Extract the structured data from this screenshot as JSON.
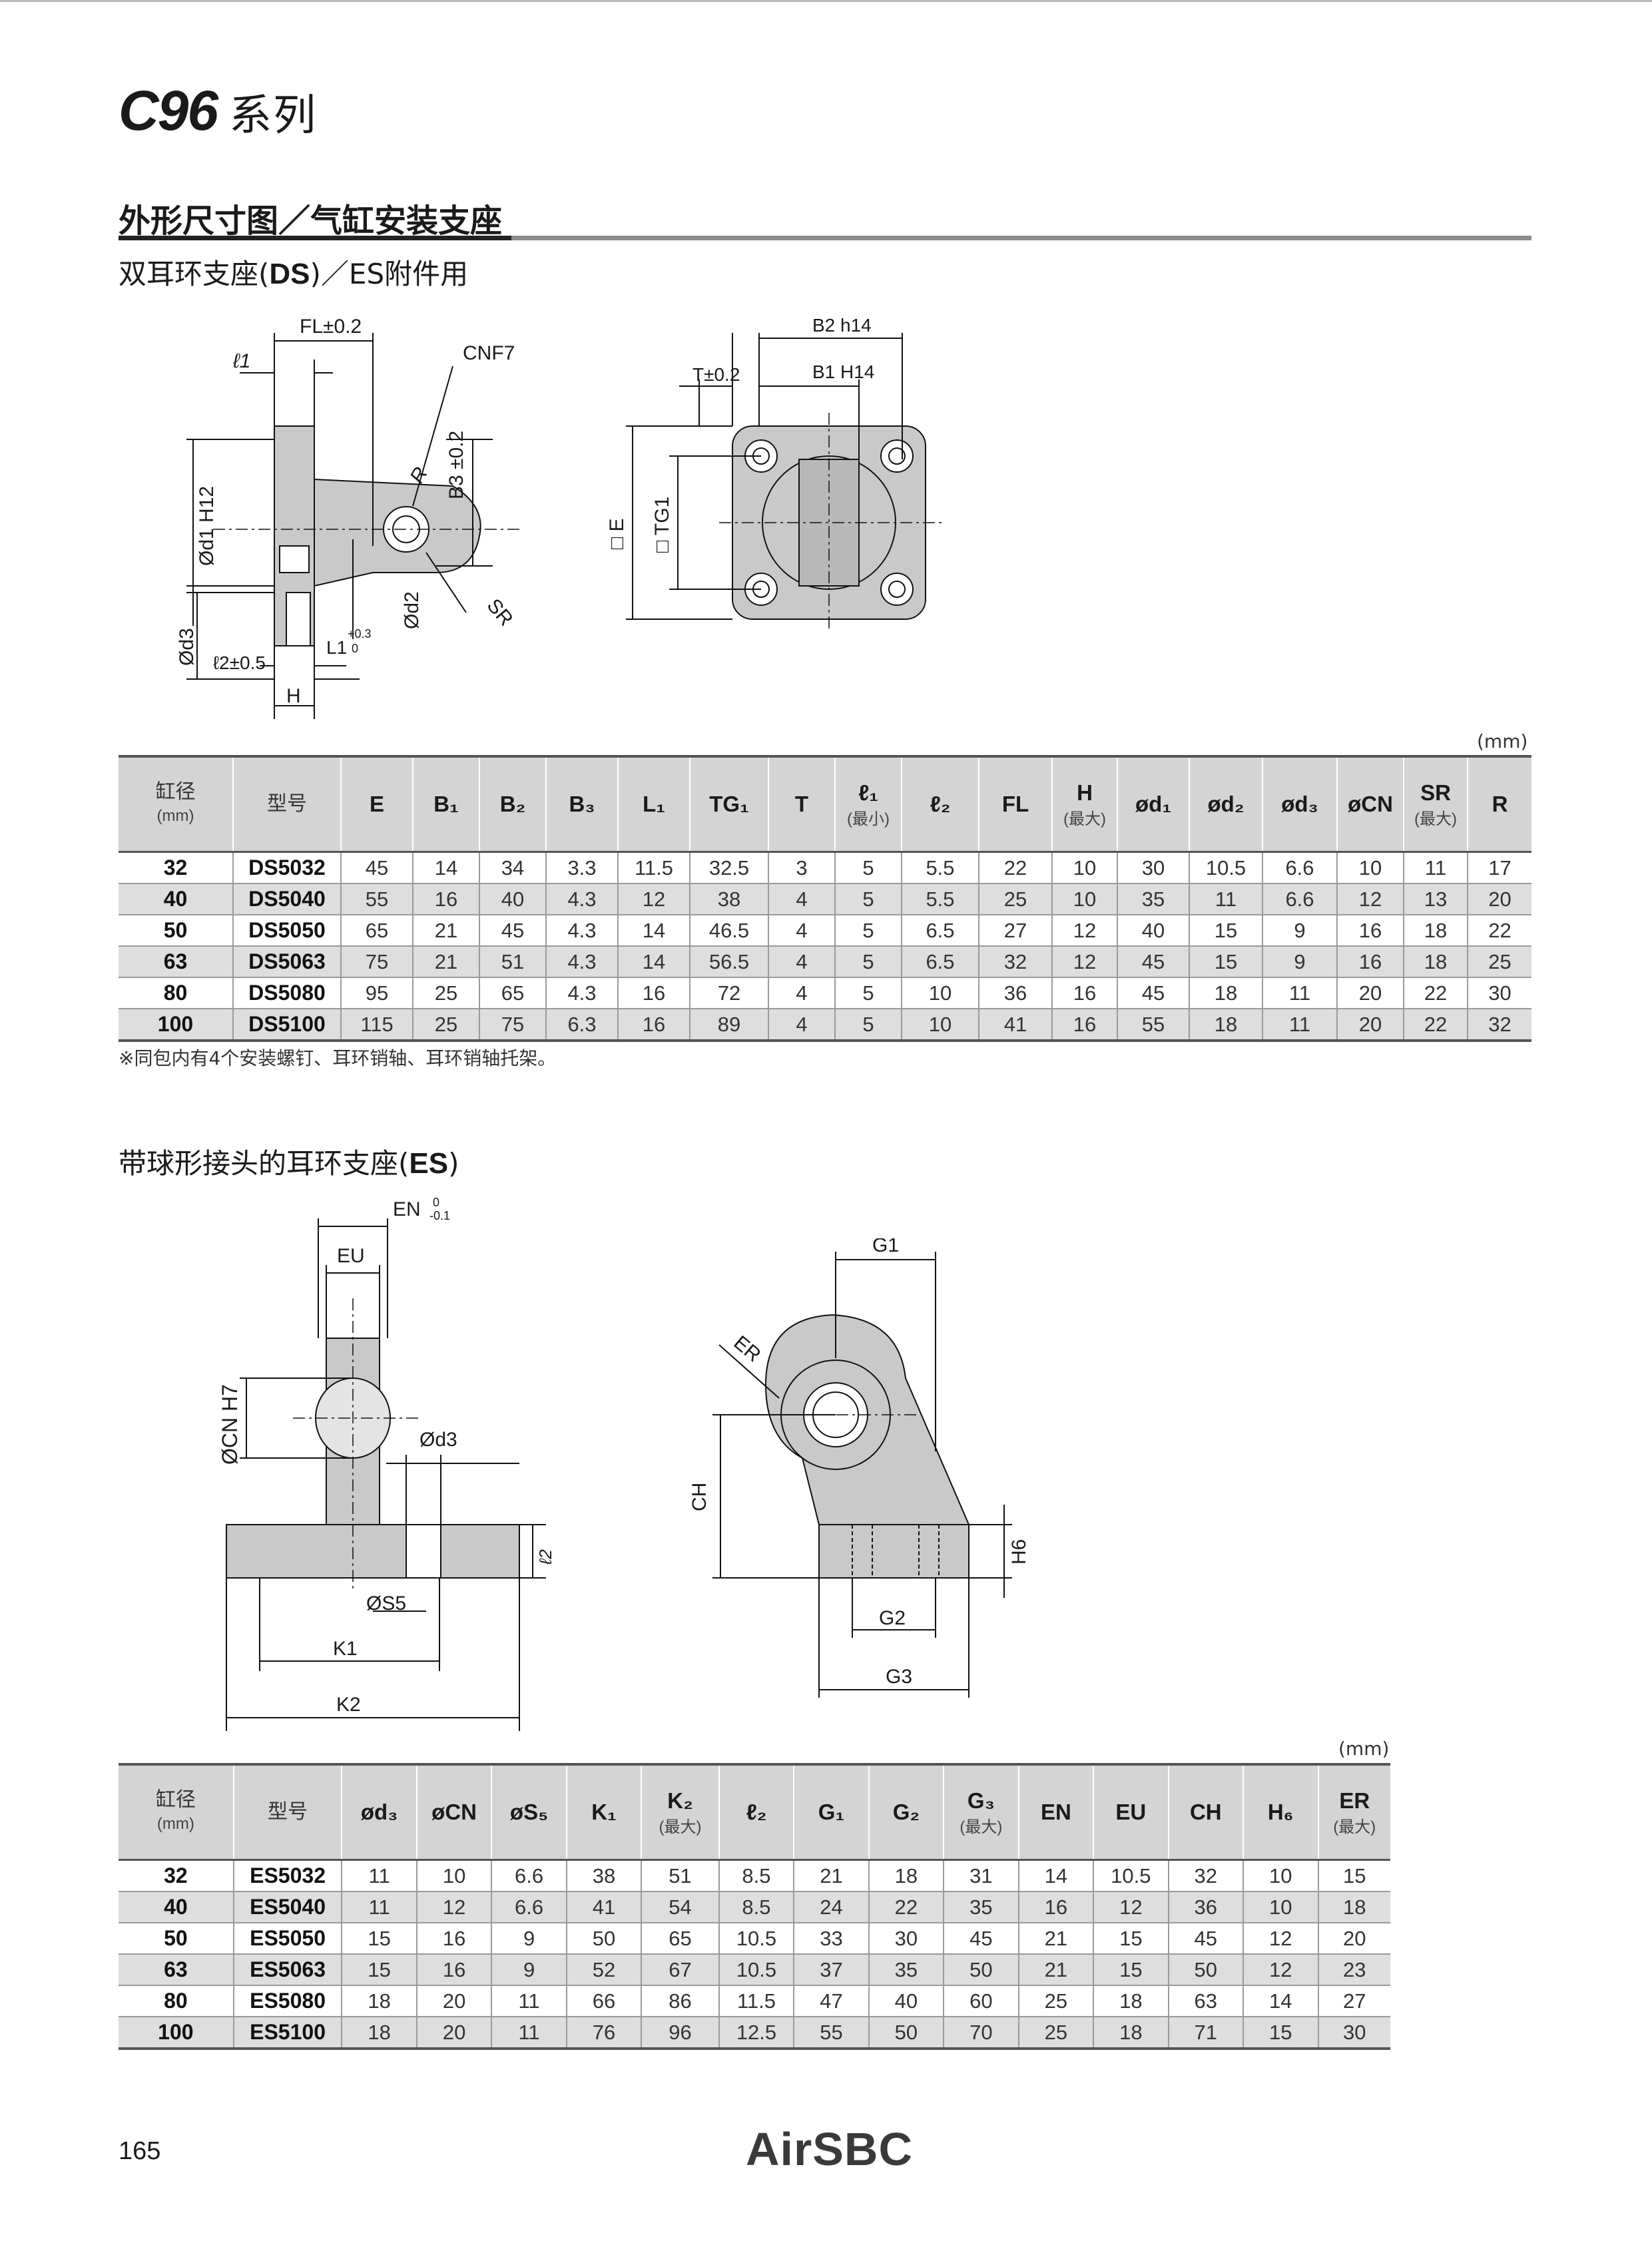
{
  "header": {
    "series_code": "C96",
    "series_suffix": "系列"
  },
  "section_title": "外形尺寸图／气缸安装支座",
  "ds": {
    "subtitle_prefix": "双耳环支座(",
    "subtitle_code": "DS",
    "subtitle_suffix": ")／ES附件用",
    "unit": "(mm)",
    "drawing_labels": {
      "fl": "FL±0.2",
      "l1": "ℓ1",
      "cnf7": "CNF7",
      "b3": "B3 ±0.2",
      "r": "R",
      "d1": "Ød1 H12",
      "d2": "Ød2",
      "sr": "SR",
      "d3": "Ød3",
      "l2": "ℓ2±0.5",
      "l1b": "L1",
      "l1b_tol_up": "+0.3",
      "l1b_tol_dn": "0",
      "h": "H",
      "b2": "B2 h14",
      "t": "T±0.2",
      "b1": "B1 H14",
      "e": "□ E",
      "tg1": "□ TG1"
    },
    "headers": [
      {
        "main": "缸径",
        "sub": "(mm)"
      },
      {
        "main": "型号",
        "sub": ""
      },
      {
        "main": "E",
        "sub": ""
      },
      {
        "main": "B₁",
        "sub": ""
      },
      {
        "main": "B₂",
        "sub": ""
      },
      {
        "main": "B₃",
        "sub": ""
      },
      {
        "main": "L₁",
        "sub": ""
      },
      {
        "main": "TG₁",
        "sub": ""
      },
      {
        "main": "T",
        "sub": ""
      },
      {
        "main": "ℓ₁",
        "sub": "(最小)"
      },
      {
        "main": "ℓ₂",
        "sub": ""
      },
      {
        "main": "FL",
        "sub": ""
      },
      {
        "main": "H",
        "sub": "(最大)"
      },
      {
        "main": "ød₁",
        "sub": ""
      },
      {
        "main": "ød₂",
        "sub": ""
      },
      {
        "main": "ød₃",
        "sub": ""
      },
      {
        "main": "øCN",
        "sub": ""
      },
      {
        "main": "SR",
        "sub": "(最大)"
      },
      {
        "main": "R",
        "sub": ""
      }
    ],
    "rows": [
      [
        "32",
        "DS5032",
        "45",
        "14",
        "34",
        "3.3",
        "11.5",
        "32.5",
        "3",
        "5",
        "5.5",
        "22",
        "10",
        "30",
        "10.5",
        "6.6",
        "10",
        "11",
        "17"
      ],
      [
        "40",
        "DS5040",
        "55",
        "16",
        "40",
        "4.3",
        "12",
        "38",
        "4",
        "5",
        "5.5",
        "25",
        "10",
        "35",
        "11",
        "6.6",
        "12",
        "13",
        "20"
      ],
      [
        "50",
        "DS5050",
        "65",
        "21",
        "45",
        "4.3",
        "14",
        "46.5",
        "4",
        "5",
        "6.5",
        "27",
        "12",
        "40",
        "15",
        "9",
        "16",
        "18",
        "22"
      ],
      [
        "63",
        "DS5063",
        "75",
        "21",
        "51",
        "4.3",
        "14",
        "56.5",
        "4",
        "5",
        "6.5",
        "32",
        "12",
        "45",
        "15",
        "9",
        "16",
        "18",
        "25"
      ],
      [
        "80",
        "DS5080",
        "95",
        "25",
        "65",
        "4.3",
        "16",
        "72",
        "4",
        "5",
        "10",
        "36",
        "16",
        "45",
        "18",
        "11",
        "20",
        "22",
        "30"
      ],
      [
        "100",
        "DS5100",
        "115",
        "25",
        "75",
        "6.3",
        "16",
        "89",
        "4",
        "5",
        "10",
        "41",
        "16",
        "55",
        "18",
        "11",
        "20",
        "22",
        "32"
      ]
    ],
    "note": "※同包内有4个安装螺钉、耳环销轴、耳环销轴托架。"
  },
  "es": {
    "subtitle_prefix": "带球形接头的耳环支座(",
    "subtitle_code": "ES",
    "subtitle_suffix": ")",
    "unit": "(mm)",
    "drawing_labels": {
      "en": "EN",
      "en_tol_up": "0",
      "en_tol_dn": "-0.1",
      "eu": "EU",
      "cn": "ØCN H7",
      "d3": "Ød3",
      "l2": "ℓ2",
      "s5": "ØS5",
      "k1": "K1",
      "k2": "K2",
      "g1": "G1",
      "er": "ER",
      "ch": "CH",
      "h6": "H6",
      "g2": "G2",
      "g3": "G3"
    },
    "headers": [
      {
        "main": "缸径",
        "sub": "(mm)"
      },
      {
        "main": "型号",
        "sub": ""
      },
      {
        "main": "ød₃",
        "sub": ""
      },
      {
        "main": "øCN",
        "sub": ""
      },
      {
        "main": "øS₅",
        "sub": ""
      },
      {
        "main": "K₁",
        "sub": ""
      },
      {
        "main": "K₂",
        "sub": "(最大)"
      },
      {
        "main": "ℓ₂",
        "sub": ""
      },
      {
        "main": "G₁",
        "sub": ""
      },
      {
        "main": "G₂",
        "sub": ""
      },
      {
        "main": "G₃",
        "sub": "(最大)"
      },
      {
        "main": "EN",
        "sub": ""
      },
      {
        "main": "EU",
        "sub": ""
      },
      {
        "main": "CH",
        "sub": ""
      },
      {
        "main": "H₆",
        "sub": ""
      },
      {
        "main": "ER",
        "sub": "(最大)"
      }
    ],
    "rows": [
      [
        "32",
        "ES5032",
        "11",
        "10",
        "6.6",
        "38",
        "51",
        "8.5",
        "21",
        "18",
        "31",
        "14",
        "10.5",
        "32",
        "10",
        "15"
      ],
      [
        "40",
        "ES5040",
        "11",
        "12",
        "6.6",
        "41",
        "54",
        "8.5",
        "24",
        "22",
        "35",
        "16",
        "12",
        "36",
        "10",
        "18"
      ],
      [
        "50",
        "ES5050",
        "15",
        "16",
        "9",
        "50",
        "65",
        "10.5",
        "33",
        "30",
        "45",
        "21",
        "15",
        "45",
        "12",
        "20"
      ],
      [
        "63",
        "ES5063",
        "15",
        "16",
        "9",
        "52",
        "67",
        "10.5",
        "37",
        "35",
        "50",
        "21",
        "15",
        "50",
        "12",
        "23"
      ],
      [
        "80",
        "ES5080",
        "18",
        "20",
        "11",
        "66",
        "86",
        "11.5",
        "47",
        "40",
        "60",
        "25",
        "18",
        "63",
        "14",
        "27"
      ],
      [
        "100",
        "ES5100",
        "18",
        "20",
        "11",
        "76",
        "96",
        "12.5",
        "55",
        "50",
        "70",
        "25",
        "18",
        "71",
        "15",
        "30"
      ]
    ]
  },
  "footer": {
    "page_number": "165",
    "brand": "AirSBC"
  }
}
